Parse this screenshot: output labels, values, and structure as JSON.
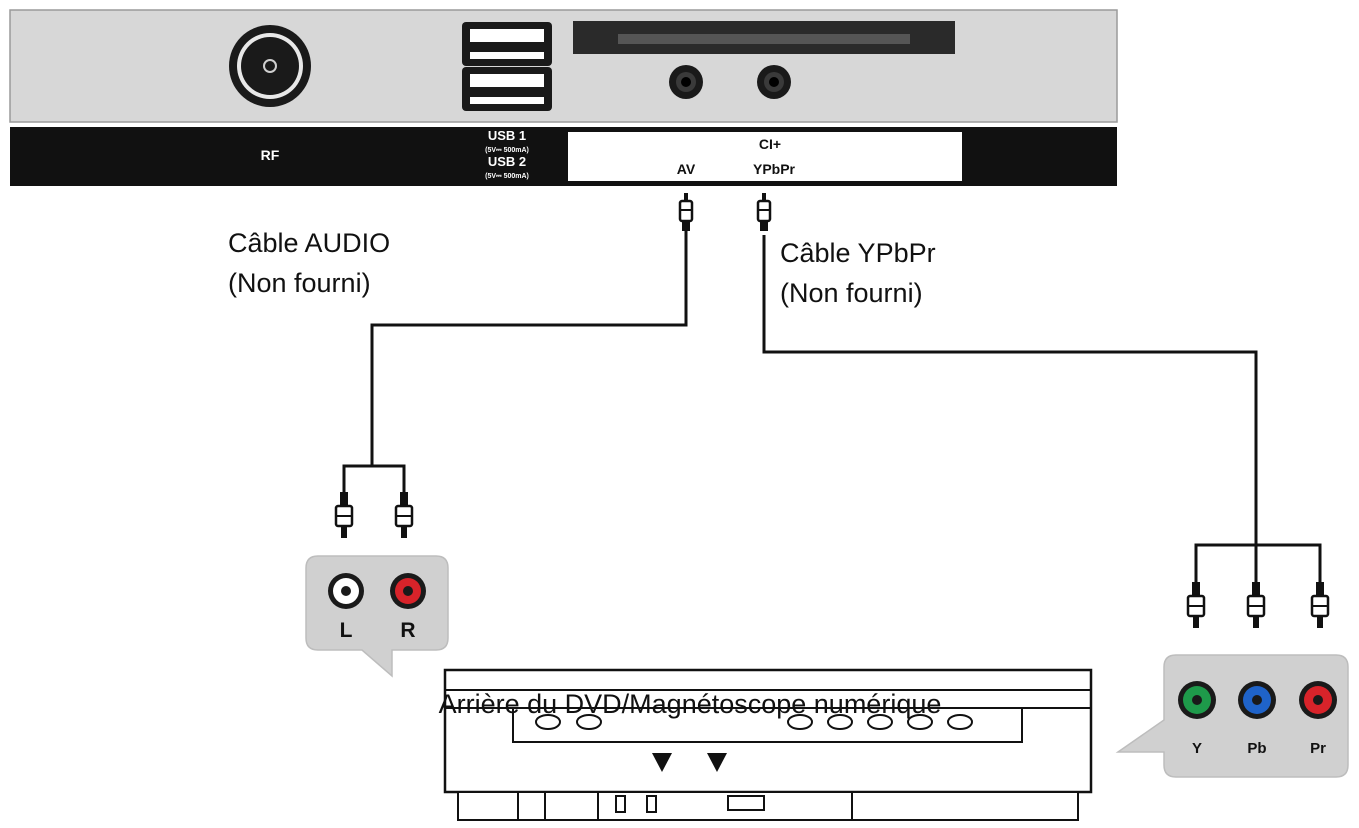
{
  "tv_panel": {
    "rf": "RF",
    "usb1": "USB 1",
    "usb1_spec": "(5V⎓ 500mA)",
    "usb2": "USB 2",
    "usb2_spec": "(5V⎓ 500mA)",
    "ci": "CI+",
    "av": "AV",
    "ypbpr": "YPbPr"
  },
  "cables": {
    "audio_title": "Câble AUDIO",
    "audio_note": "(Non fourni)",
    "ypbpr_title": "Câble YPbPr",
    "ypbpr_note": "(Non fourni)"
  },
  "audio_jacks": {
    "left": "L",
    "right": "R"
  },
  "component_jacks": {
    "y": "Y",
    "pb": "Pb",
    "pr": "Pr"
  },
  "device": {
    "caption": "Arrière du DVD/Magnétoscope numérique"
  },
  "colors": {
    "panel_gray": "#d7d7d7",
    "strip_black": "#111111",
    "jack_white": "#ffffff",
    "jack_red": "#d8232a",
    "jack_green": "#1e9a4a",
    "jack_blue": "#1f63c9",
    "bubble_gray": "#d0d0d0"
  }
}
